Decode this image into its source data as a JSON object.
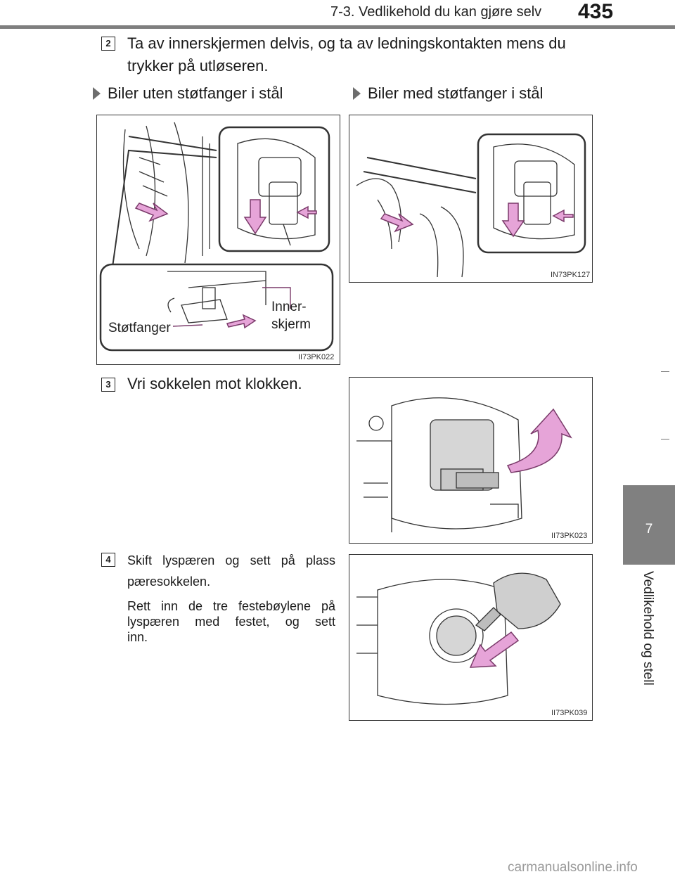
{
  "header": {
    "section_title": "7-3. Vedlikehold du kan gjøre selv",
    "page_number": "435"
  },
  "side_tab": {
    "chapter_number": "7",
    "chapter_label": "Vedlikehold og stell"
  },
  "steps": {
    "step2": {
      "number": "2",
      "text_line1": "Ta av innerskjermen delvis, og ta av ledningskontakten mens du",
      "text_line2": "trykker på utløseren."
    },
    "step3": {
      "number": "3",
      "text": "Vri sokkelen mot klokken."
    },
    "step4": {
      "number": "4",
      "text_line1": "Skift lyspæren og sett på plass",
      "text_line2": "pæresokkelen.",
      "note_line1": "Rett inn de tre festebøylene på",
      "note_line2": "lyspæren med festet, og sett",
      "note_line3": "inn."
    }
  },
  "variants": {
    "left_heading": "Biler uten støtfanger i stål",
    "right_heading": "Biler med støtfanger i stål"
  },
  "figures": {
    "fig1": {
      "code": "II73PK022",
      "label_bumper": "Støtfanger",
      "label_inner_1": "Inner-",
      "label_inner_2": "skjerm"
    },
    "fig2": {
      "code": "IN73PK127"
    },
    "fig3": {
      "code": "II73PK023"
    },
    "fig4": {
      "code": "II73PK039"
    }
  },
  "colors": {
    "arrow_fill": "#e6a4d8",
    "arrow_stroke": "#7a3a6a",
    "tab_gray": "#808080",
    "rule_gray": "#7f7f7f"
  },
  "watermark": "carmanualsonline.info"
}
